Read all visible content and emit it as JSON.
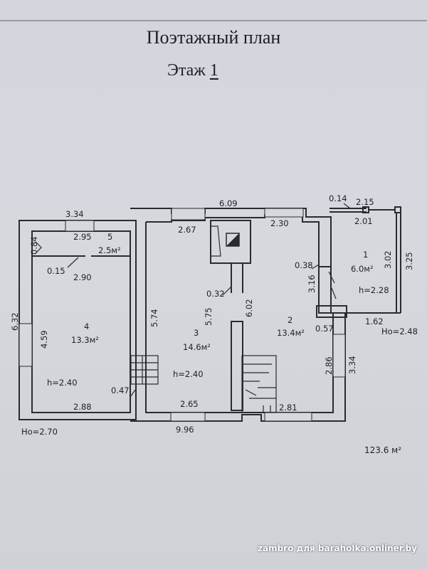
{
  "title": "Поэтажный план",
  "floor_label": "Этаж",
  "floor_number": "1",
  "dimensions": {
    "top_left_span": "3.34",
    "top_overall": "6.09",
    "top_right_a": "0.14",
    "top_right_b": "2.15",
    "room5_width": "2.95",
    "room5_depth": "0.84",
    "room3_top": "2.67",
    "room2_top": "2.30",
    "balcony_inner": "2.01",
    "room1_height_a": "3.02",
    "room1_height_b": "3.25",
    "wall_a": "0.38",
    "wall_b": "3.16",
    "hall_width": "2.90",
    "step": "0.15",
    "left_overall": "6.32",
    "room4_height": "4.59",
    "room3_height_a": "5.74",
    "room3_height_b": "5.75",
    "room2_height": "6.02",
    "chimney": "0.32",
    "balcony_bottom": "1.62",
    "room2_wall": "0.57",
    "room2_right_a": "2.86",
    "room2_right_b": "3.34",
    "room4_bottom": "2.88",
    "passage": "0.47",
    "room3_bottom": "2.65",
    "room2_bottom": "2.81",
    "overall_bottom": "9.96"
  },
  "rooms": [
    {
      "number": "1",
      "area": "6.0м²",
      "height": "h=2.28"
    },
    {
      "number": "2",
      "area": "13.4м²"
    },
    {
      "number": "3",
      "area": "14.6м²",
      "height": "h=2.40"
    },
    {
      "number": "4",
      "area": "13.3м²",
      "height": "h=2.40"
    },
    {
      "number": "5",
      "area": "2.5м²"
    }
  ],
  "ho_left": "Ho=2.70",
  "ho_right": "Ho=2.48",
  "total_area": "123.6 м²",
  "watermark": "zambro для baraholka.onliner.by"
}
